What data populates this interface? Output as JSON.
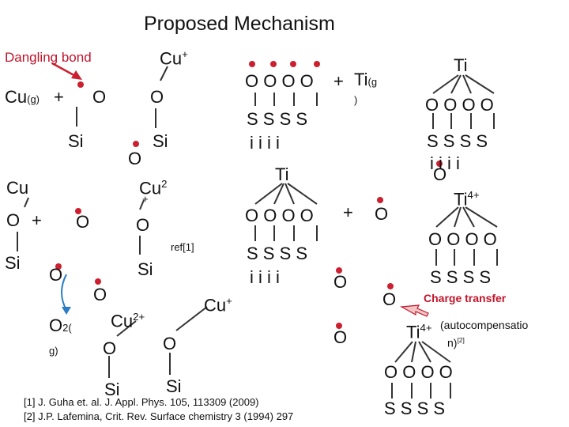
{
  "title": "Proposed Mechanism",
  "dangling_label": "Dangling bond",
  "ref_tag": "ref[1]",
  "ti_gas_close": ")",
  "charge": {
    "line1": "Charge transfer",
    "line2": "(autocompensatio",
    "line3": "n)",
    "ref": "[2]"
  },
  "references": [
    "[1] J. Guha et. al. J. Appl. Phys. 105, 113309 (2009)",
    "[2] J.P. Lafemina, Crit. Rev. Surface chemistry 3 (1994) 297"
  ],
  "symbols": {
    "cu": "Cu",
    "cu_gas_sub": "(g)",
    "plus": "+",
    "o": "O",
    "si": "Si",
    "ti": "Ti",
    "ti_gas_sub": "(g",
    "cu_plus_sup": "+",
    "cu2_sup": "2",
    "cu2plus_sup": "2+",
    "ti4_sup": "4+",
    "o2_sub": "2(",
    "o2_sub2": "g)",
    "s": "S",
    "i": "i",
    "ooo_row": "O O O  O",
    "sss_row": "S S S  S",
    "iii_row": "i  i  i   i"
  },
  "colors": {
    "dot": "#cc1f2f",
    "dangling_text": "#c0142a"
  }
}
